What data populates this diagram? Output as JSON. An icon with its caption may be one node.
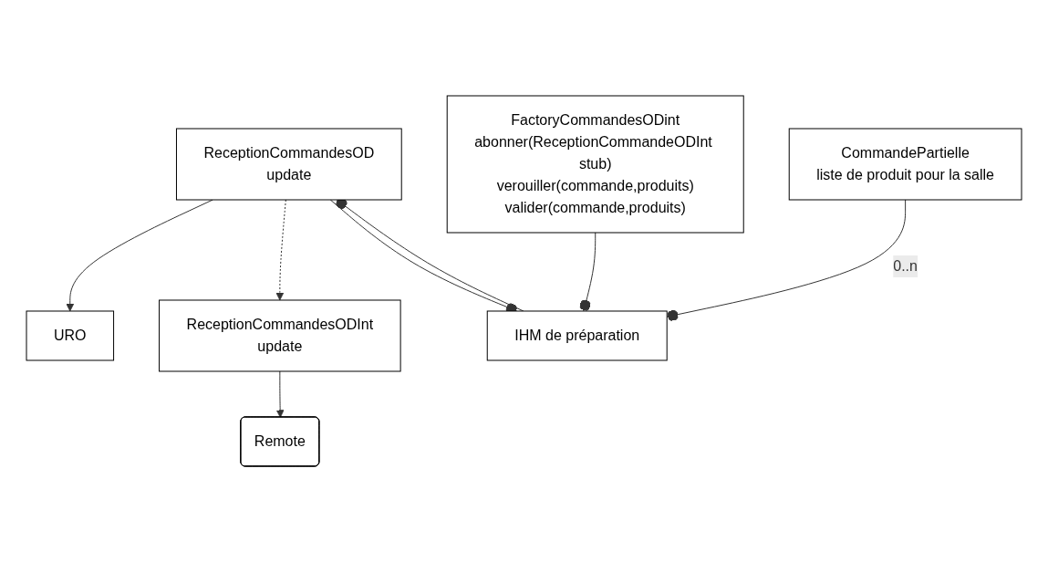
{
  "diagram": {
    "nodes": [
      {
        "text": [
          "Remote"
        ]
      },
      {
        "text": [
          "ReceptionCommandesODInt",
          "update"
        ]
      },
      {
        "text": [
          "URO"
        ]
      },
      {
        "text": [
          "ReceptionCommandesOD",
          "update"
        ]
      },
      {
        "text": [
          "IHM de préparation"
        ]
      },
      {
        "text": [
          "FactoryCommandesODint",
          "abonner(ReceptionCommandeODInt stub)",
          "verouiller(commande,produits)",
          "valider(commande,produits)"
        ]
      },
      {
        "text": [
          "CommandePartielle",
          "liste de produit pour la salle"
        ]
      }
    ],
    "edges": [
      {
        "from": 1,
        "to": 0,
        "arrow": "to"
      },
      {
        "from": 3,
        "to": 2,
        "arrow": "to"
      },
      {
        "from": 3,
        "to": 1,
        "arrow": "to",
        "style": "dashed"
      },
      {
        "from": 4,
        "to": 3,
        "arrow": "other"
      },
      {
        "from": 3,
        "to": 4,
        "arrow": "other"
      },
      {
        "from": 5,
        "to": 4,
        "arrow": "other"
      },
      {
        "from": 6,
        "to": 4,
        "arrow": "other",
        "label": "0..n"
      }
    ]
  }
}
